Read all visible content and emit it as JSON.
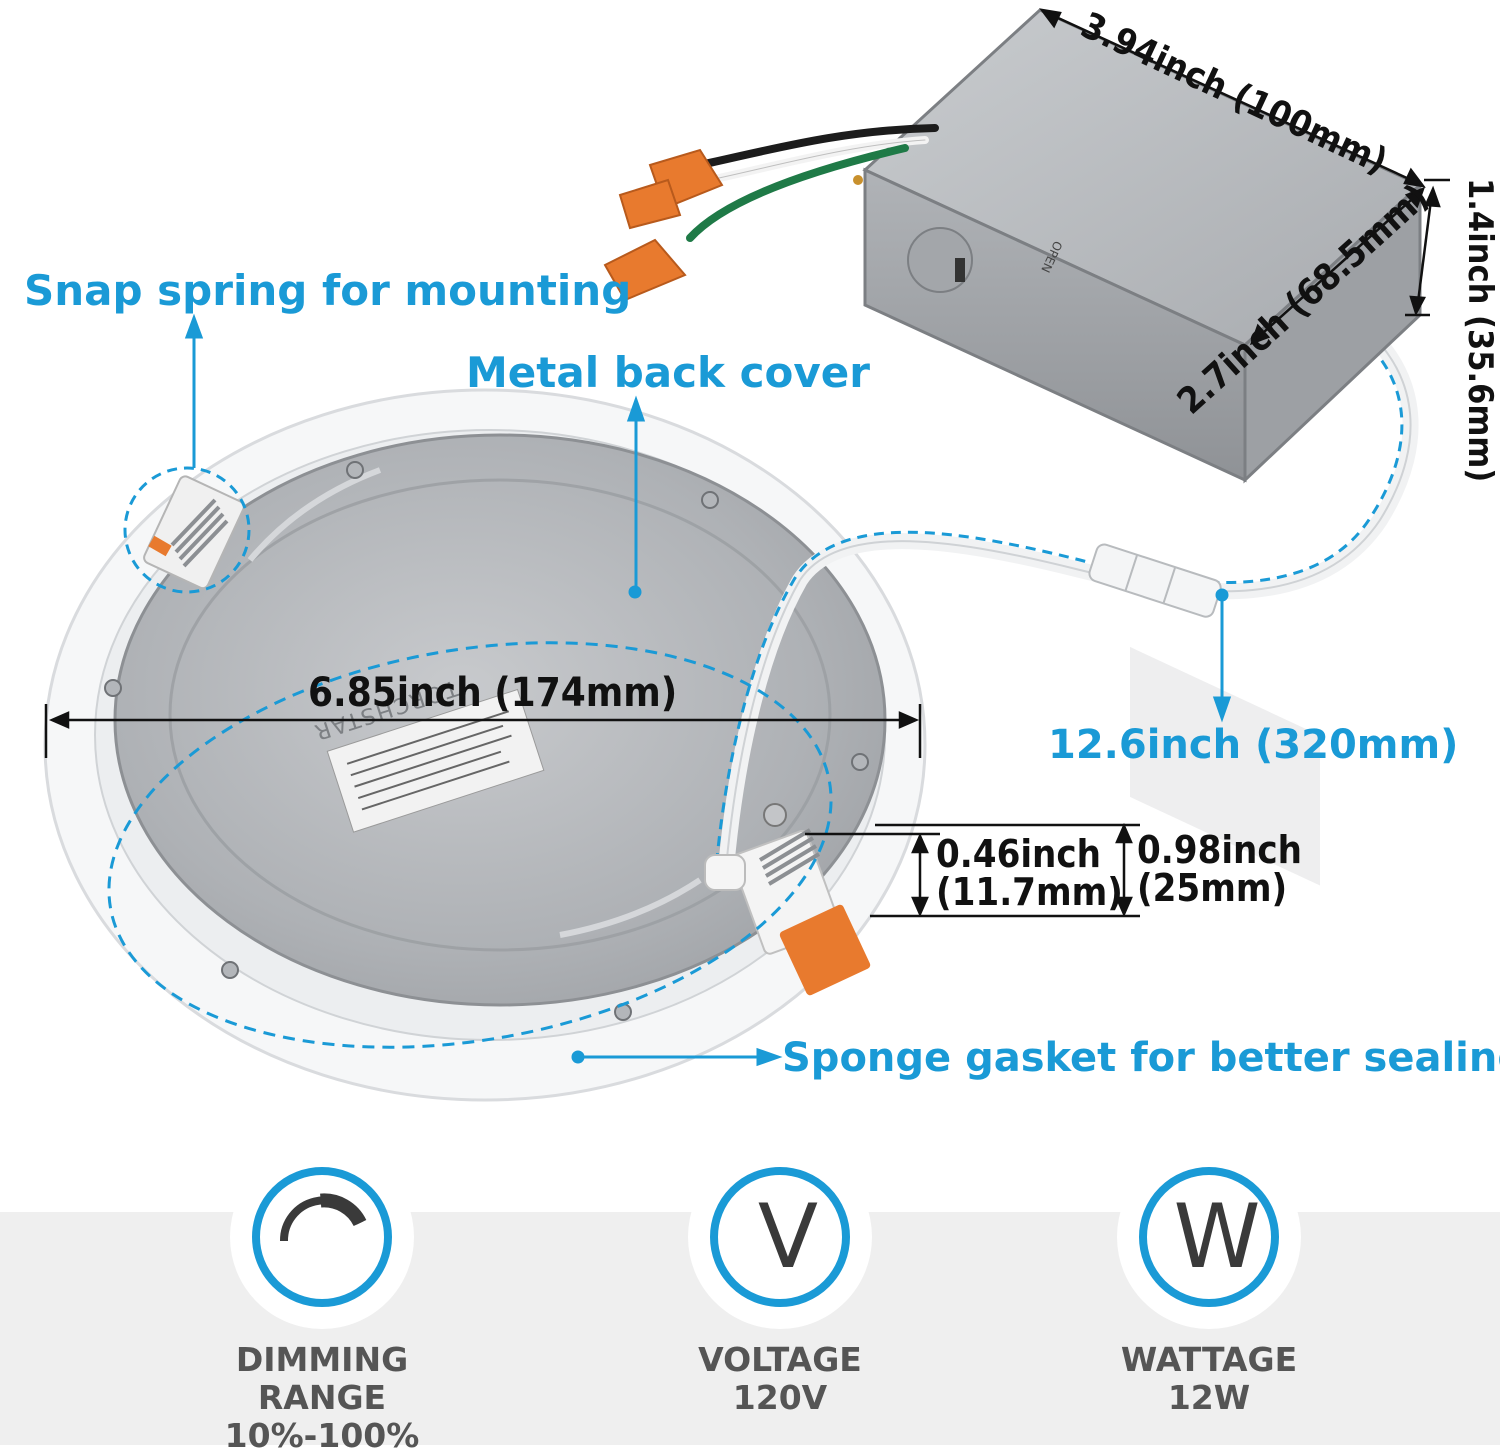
{
  "callouts": {
    "snap_spring": "Snap spring for mounting",
    "metal_cover": "Metal back cover",
    "cable_length": "12.6inch (320mm)",
    "sponge_gasket": "Sponge gasket for better sealing"
  },
  "dimensions": {
    "box_length": "3.94inch (100mm)",
    "box_width": "2.7inch (68.5mm)",
    "box_height": "1.4inch (35.6mm)",
    "diameter": "6.85inch (174mm)",
    "thickness_line1": "0.46inch",
    "thickness_line2": "(11.7mm)",
    "total_height_line1": "0.98inch",
    "total_height_line2": "(25mm)"
  },
  "product_text": {
    "brand": "TORCHSTAR",
    "box_open": "OPEN"
  },
  "features": [
    {
      "icon": "dimmer-arc-icon",
      "glyph": "",
      "title": "DIMMING RANGE",
      "value": "10%-100%"
    },
    {
      "icon": "voltage-v-icon",
      "glyph": "V",
      "title": "VOLTAGE",
      "value": "120V"
    },
    {
      "icon": "wattage-w-icon",
      "glyph": "W",
      "title": "WATTAGE",
      "value": "12W"
    }
  ],
  "colors": {
    "accent": "#1a9ad6",
    "dim_text": "#111111",
    "band": "#efefef",
    "metal": "#b9bcc0",
    "connector": "#e87a2e"
  }
}
